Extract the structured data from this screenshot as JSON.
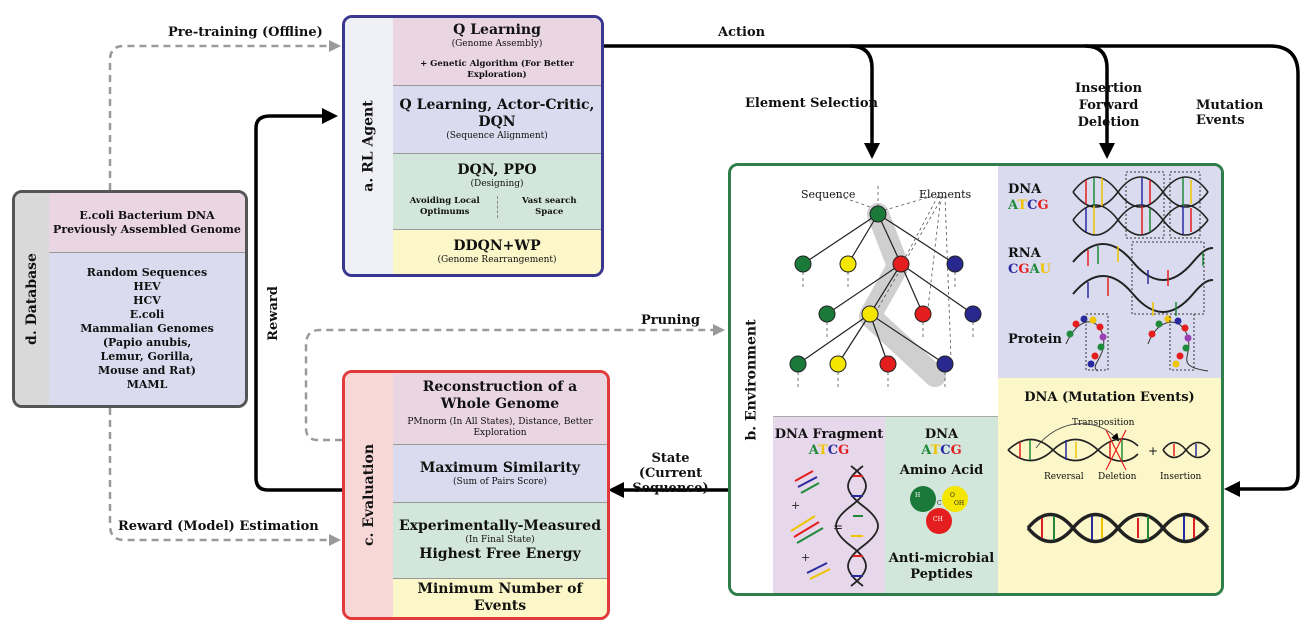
{
  "colors": {
    "pink": "#ead5e2",
    "lavender": "#dadbee",
    "mint": "#d3e6dc",
    "cream": "#fbf7c8",
    "agent_border": "#3a3791",
    "eval_border": "#e23a3a",
    "env_border": "#2e7d4b",
    "db_border": "#555555",
    "agent_bar": "#eef0f5",
    "eval_bar": "#f8d7d7",
    "db_bar": "#d9d9d9",
    "env_bar": "#ffffff"
  },
  "flow": {
    "pretraining": "Pre-training (Offline)",
    "action": "Action",
    "element_selection": "Element Selection",
    "insertion": "Insertion",
    "forward": "Forward",
    "deletion": "Deletion",
    "mutation_events": "Mutation Events",
    "reward": "Reward",
    "pruning": "Pruning",
    "state": "State",
    "state_sub": "(Current Sequence)",
    "reward_estimation": "Reward (Model) Estimation"
  },
  "agent": {
    "title": "a. RL Agent",
    "s1_title": "Q Learning",
    "s1_sub": "(Genome Assembly)",
    "s1_extra": "+ Genetic Algorithm (For Better Exploration)",
    "s2_title_a": "Q Learning, Actor-Critic,",
    "s2_title_b": "DQN",
    "s2_sub": "(Sequence Alignment)",
    "s3_title": "DQN, PPO",
    "s3_sub": "(Designing)",
    "s3_left_a": "Avoiding Local",
    "s3_left_b": "Optimums",
    "s3_right_a": "Vast search",
    "s3_right_b": "Space",
    "s4_title": "DDQN+WP",
    "s4_sub": "(Genome Rearrangement)"
  },
  "database": {
    "title": "d. Database",
    "top_a": "E.coli Bacterium DNA",
    "top_b": "Previously Assembled Genome",
    "items": [
      "Random Sequences",
      "HEV",
      "HCV",
      "E.coli",
      "Mammalian Genomes",
      "(Papio anubis,",
      "Lemur, Gorilla,",
      "Mouse and Rat)",
      "MAML"
    ]
  },
  "evaluation": {
    "title": "c. Evaluation",
    "s1_a": "Reconstruction of a",
    "s1_b": "Whole Genome",
    "s1_sub": "PMnorm (In All States), Distance, Better Exploration",
    "s2_title": "Maximum Similarity",
    "s2_sub": "(Sum of Pairs Score)",
    "s3_title": "Experimentally-Measured",
    "s3_sub": "(In Final State)",
    "s3_title2": "Highest Free Energy",
    "s4_title": "Minimum Number of Events"
  },
  "environment": {
    "title": "b. Environment",
    "tree_sequence": "Sequence",
    "tree_elements": "Elements",
    "dna_fragment": "DNA Fragment",
    "dna_label": "DNA",
    "amino_acid": "Amino Acid",
    "amp_a": "Anti-microbial",
    "amp_b": "Peptides",
    "atcg": [
      "A",
      "T",
      "C",
      "G"
    ],
    "cgau": [
      "C",
      "G",
      "A",
      "U"
    ],
    "dna_right": "DNA",
    "rna_right": "RNA",
    "protein": "Protein",
    "mutation_title": "DNA (Mutation Events)",
    "transposition": "Transposition",
    "reversal": "Reversal",
    "deletion": "Deletion",
    "insertion": "Insertion",
    "plus": "+",
    "equals": "=",
    "aa_h": "H",
    "aa_o": "O",
    "aa_oh": "OH",
    "aa_ch": "CH",
    "aa_c": "C"
  }
}
